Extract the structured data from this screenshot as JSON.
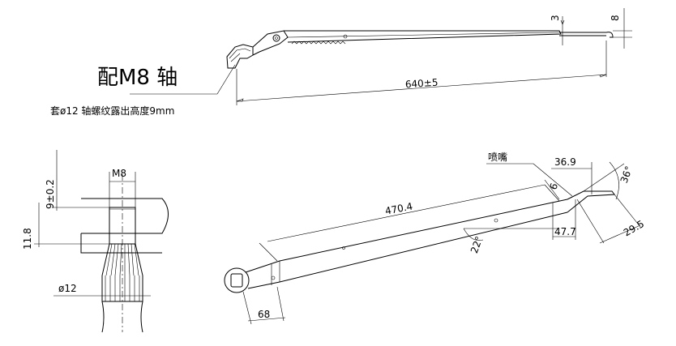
{
  "labels": {
    "fit_m8_shaft": "配M8 轴",
    "sleeve_note": "套ø12 轴螺纹露出高度9mm",
    "dim_3": "3",
    "dim_8": "8",
    "dim_640": "640±5",
    "nozzle": "喷嘴",
    "dim_36_9": "36.9",
    "dim_36deg": "36°",
    "dim_6": "6",
    "dim_470_4": "470.4",
    "dim_47_7": "47.7",
    "dim_29_5": "29.5",
    "dim_22deg": "22°",
    "dim_68": "68",
    "dim_9_02": "9±0.2",
    "dim_m8": "M8",
    "dim_11_8": "11.8",
    "dim_d12": "ø12"
  }
}
